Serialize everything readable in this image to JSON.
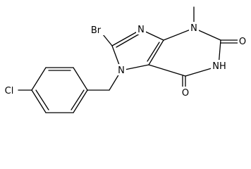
{
  "atoms": {
    "br": "Br",
    "n7": "N",
    "n9": "N",
    "n3": "N",
    "n1_h": "NH",
    "o2": "O",
    "o6": "O",
    "cl": "Cl"
  },
  "colors": {
    "bond": "#000000",
    "label": "#000000",
    "background": "#ffffff"
  }
}
